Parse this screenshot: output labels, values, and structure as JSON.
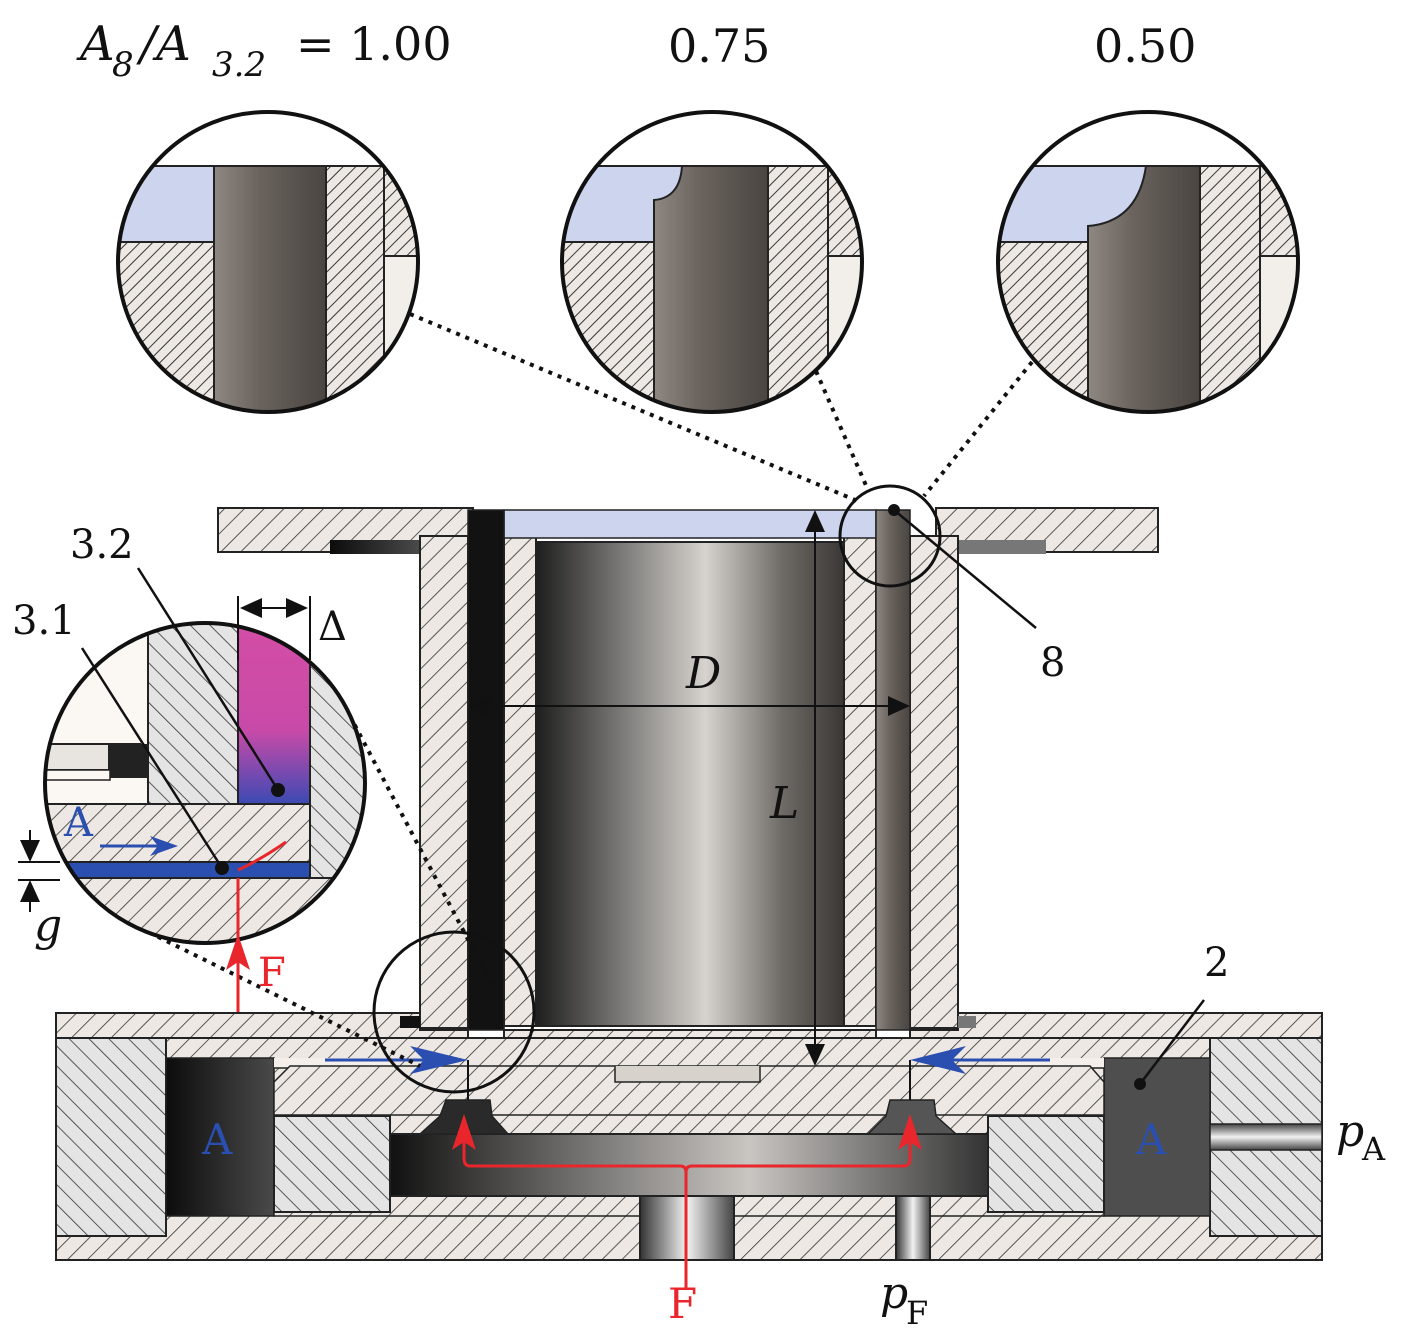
{
  "labels": {
    "ratio_prefix": "A",
    "ratio_sub8": "8",
    "ratio_slash": "/A",
    "ratio_sub32": "3.2",
    "ratio_eq": "= 1.00",
    "ratio_2": "0.75",
    "ratio_3": "0.50",
    "label_32": "3.2",
    "label_31": "3.1",
    "label_delta": "Δ",
    "label_A_detail": "A",
    "label_g": "g",
    "label_F_left": "F",
    "label_D": "D",
    "label_L": "L",
    "label_8": "8",
    "label_2": "2",
    "label_A_left": "A",
    "label_A_right": "A",
    "label_pA": "p",
    "label_pA_sub": "A",
    "label_F_bottom": "F",
    "label_pF": "p",
    "label_pF_sub": "F"
  },
  "colors": {
    "flow_blue": "#2a4fb0",
    "fuel_red": "#e8262c",
    "plasma_magenta": "#d44ea4",
    "hatch_fill": "#ede8e3",
    "gas_light_blue": "#ccd4ee"
  }
}
